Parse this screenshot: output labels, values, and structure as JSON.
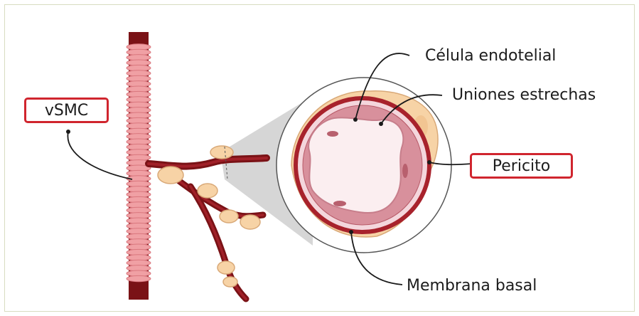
{
  "diagram": {
    "labels": {
      "vsmc": "vSMC",
      "celula_endotelial": "Célula endotelial",
      "uniones_estrechas": "Uniones estrechas",
      "pericito": "Pericito",
      "membrana_basal": "Membrana basal"
    },
    "colors": {
      "highlight_box": "#d0252e",
      "vessel_dark": "#7a1216",
      "smooth_muscle": "#f0a0a4",
      "pericyte": "#f7d3a6",
      "basal_membrane": "#a8222c",
      "endothelium": "#d8909c",
      "lumen": "#fbeef0",
      "callout_cone": "#cfcfcf"
    }
  }
}
